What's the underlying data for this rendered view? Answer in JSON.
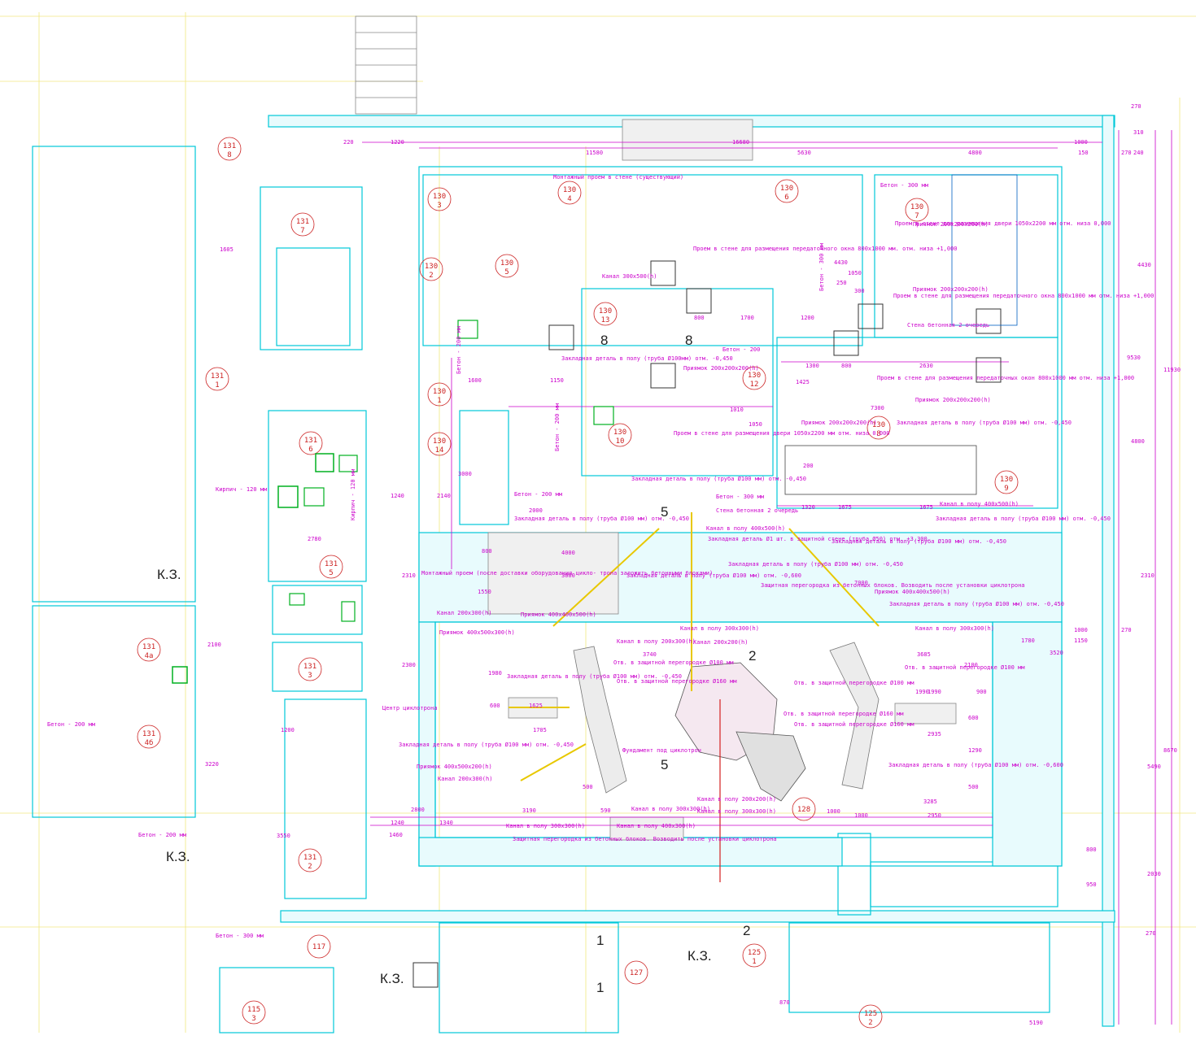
{
  "kz_labels": [
    "К.З.",
    "К.З.",
    "К.З.",
    "К.З."
  ],
  "rooms": [
    {
      "num": "131",
      "sub": "8"
    },
    {
      "num": "131",
      "sub": "7"
    },
    {
      "num": "131",
      "sub": "1"
    },
    {
      "num": "130",
      "sub": "3"
    },
    {
      "num": "130",
      "sub": "4"
    },
    {
      "num": "130",
      "sub": "6"
    },
    {
      "num": "130",
      "sub": "7"
    },
    {
      "num": "130",
      "sub": "2"
    },
    {
      "num": "130",
      "sub": "5"
    },
    {
      "num": "130",
      "sub": "13"
    },
    {
      "num": "130",
      "sub": "12"
    },
    {
      "num": "130",
      "sub": "1"
    },
    {
      "num": "130",
      "sub": "10"
    },
    {
      "num": "130",
      "sub": "14"
    },
    {
      "num": "130",
      "sub": "8"
    },
    {
      "num": "130",
      "sub": "9"
    },
    {
      "num": "131",
      "sub": "6"
    },
    {
      "num": "131",
      "sub": "5"
    },
    {
      "num": "131",
      "sub": "4а"
    },
    {
      "num": "131",
      "sub": "4б"
    },
    {
      "num": "131",
      "sub": "3"
    },
    {
      "num": "131",
      "sub": "2"
    },
    {
      "num": "128",
      "sub": ""
    },
    {
      "num": "117",
      "sub": ""
    },
    {
      "num": "127",
      "sub": ""
    },
    {
      "num": "115",
      "sub": "3"
    },
    {
      "num": "125",
      "sub": "1"
    },
    {
      "num": "125",
      "sub": "2"
    }
  ],
  "labels": [
    "Бетон - 300 мм",
    "Бетон - 200",
    "Бетон - 200 мм",
    "Бетон - 300 мм",
    "Бетон - 200 мм",
    "Бетон - 200 мм",
    "Бетон - 200 мм",
    "Бетон - 200 мм",
    "Бетон - 300 мм",
    "Бетон - 300 мм",
    "Кирпич - 120 мм",
    "Кирпич - 120 мм",
    "Стена бетонная 2 очередь",
    "Стена бетонная 2 очередь",
    "Приямок 200x200x200(h)",
    "Приямок 200x200x200(h)",
    "Приямок 200x200x200(h)",
    "Приямок 200x200x200(h)",
    "Приямок 200x200x200(h)",
    "Приямок 400x400x500(h)",
    "Приямок 400x400x500(h)",
    "Приямок 400x500x300(h)",
    "Приямок 400x500x200(h)",
    "Канал 300x500(h)",
    "Канал 200x300(h)",
    "Канал 200x300(h)",
    "Канал в полу 400x500(h)",
    "Канал в полу 400x500(h)",
    "Канал в полу 300x300(h)",
    "Канал в полу 200x300(h)",
    "Канал 200x200(h)",
    "Канал в полу 300x300(h)",
    "Канал в полу 200x200(h)",
    "Канал в полу 300x300(h)",
    "Канал в полу 400x300(h)",
    "Канал в полу 300x300(h)",
    "Канал в полу 300x300(h)",
    "Закладная деталь в полу (труба Ø100мм) отм. -0,450",
    "Закладная деталь в полу (труба Ø100 мм) отм. -0,450",
    "Закладная деталь в полу (труба Ø100 мм) отм. -0,450",
    "Закладная деталь в полу (труба Ø100 мм) отм. -0,450",
    "Закладная деталь в полу (труба Ø100 мм) отм. -0,450",
    "Закладная деталь в полу (труба Ø100 мм) отм. -0,450",
    "Закладная деталь в полу (труба Ø100 мм) отм. -0,600",
    "Закладная деталь в полу (труба Ø100 мм) отм. -0,600",
    "Закладная деталь в полу (труба Ø100 мм) отм. -0,450",
    "Закладная деталь в полу (труба Ø100 мм) отм. -0,450",
    "Закладная деталь в полу (труба Ø100 мм) отм. -0,450",
    "Закладная деталь в полу (труба Ø100 мм) отм. -0,450",
    "Проем в стене для размещения передаточного окна 800x1000 мм. отм. низа +1,000",
    "Проем в стене для размещения двери 1050x2200 мм отм. низа 0,000",
    "Проем в стене для размещения передаточного окна 800x1000 мм отм. низа +1,000",
    "Проем в стене для размещения передаточных окон 800x1000 мм отм. низа +1,000",
    "Проем в стене для размещения двери 1050x2200 мм отм. низа 0,000",
    "Монтажный проем (после доставки оборудования цикло- трона заложить бетонными блоками)",
    "Монтажный проем в стене (существующий)",
    "Защитная перегородка из бетонных блоков. Возводить после установки циклотрона",
    "Защитная перегородка из бетонных блоков. Возводить после установки циклотрона",
    "Отв. в защитной перегородке Ø100 мм",
    "Отв. в защитной перегородке Ø100 мм",
    "Отв. в защитной перегородке Ø100 мм",
    "Отв. в защитной перегородке Ø160 мм",
    "Отв. в защитной перегородке Ø160 мм",
    "Отв. в защитной перегородке Ø160 мм",
    "Закладная деталь Ø1 шт. в защитной стене (труба Ø50) отм. +3,300",
    "Фундамент под циклотрон",
    "Центр циклотрона"
  ],
  "dims": [
    "220",
    "1220",
    "11580",
    "16680",
    "5630",
    "4800",
    "1000",
    "150",
    "270",
    "240",
    "310",
    "270",
    "1605",
    "4430",
    "4430",
    "1050",
    "250",
    "300",
    "800",
    "1700",
    "1200",
    "1300",
    "800",
    "2630",
    "9530",
    "11930",
    "1425",
    "1150",
    "1600",
    "1010",
    "1050",
    "7300",
    "4800",
    "3000",
    "2140",
    "1240",
    "2000",
    "1320",
    "1675",
    "1675",
    "200",
    "2780",
    "4000",
    "3000",
    "7000",
    "800",
    "2310",
    "2310",
    "1550",
    "3740",
    "3685",
    "1780",
    "1000",
    "270",
    "1150",
    "3520",
    "2100",
    "2300",
    "1980",
    "1625",
    "1705",
    "600",
    "1990",
    "900",
    "2935",
    "600",
    "1290",
    "3190",
    "590",
    "3285",
    "2950",
    "1000",
    "1000",
    "500",
    "500",
    "5490",
    "8670",
    "800",
    "950",
    "2030",
    "270",
    "2800",
    "1240",
    "1340",
    "1460",
    "3220",
    "3550",
    "1200",
    "870",
    "5190",
    "1990",
    "2100"
  ],
  "axis_marks": [
    "5",
    "5",
    "8",
    "8",
    "2",
    "2",
    "1",
    "1"
  ]
}
